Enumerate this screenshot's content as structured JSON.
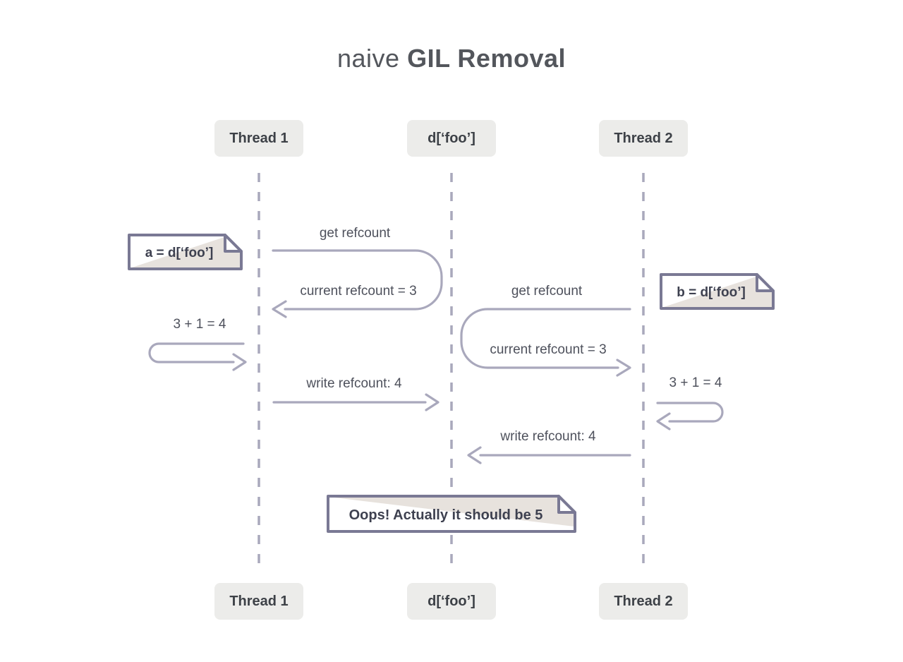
{
  "title": {
    "light": "naive",
    "bold": "GIL Removal"
  },
  "colors": {
    "background": "#ffffff",
    "line": "#a9a8bc",
    "note_border": "#7a7994",
    "note_fill_wedge": "#e7e2dd",
    "header_fill": "#ececea",
    "text_dark": "#3d4147",
    "text_label": "#4e515c"
  },
  "lifelines": [
    {
      "id": "thread1",
      "label": "Thread 1"
    },
    {
      "id": "dfoo",
      "label": "d[‘foo’]"
    },
    {
      "id": "thread2",
      "label": "Thread 2"
    }
  ],
  "messages": [
    {
      "from": "thread1",
      "to": "dfoo",
      "label": "get refcount"
    },
    {
      "from": "dfoo",
      "to": "thread1",
      "label": "current refcount = 3"
    },
    {
      "from": "thread2",
      "to": "dfoo",
      "label": "get refcount"
    },
    {
      "from": "dfoo",
      "to": "thread2",
      "label": "current refcount = 3"
    },
    {
      "from": "thread1",
      "to": "thread1",
      "label": "3 + 1 = 4"
    },
    {
      "from": "thread1",
      "to": "dfoo",
      "label": "write refcount: 4"
    },
    {
      "from": "thread2",
      "to": "thread2",
      "label": "3 + 1 = 4"
    },
    {
      "from": "thread2",
      "to": "dfoo",
      "label": "write refcount: 4"
    }
  ],
  "notes": [
    {
      "id": "note-a",
      "text": "a = d[‘foo’]"
    },
    {
      "id": "note-b",
      "text": "b = d[‘foo’]"
    },
    {
      "id": "note-oops",
      "text": "Oops! Actually it should be 5"
    }
  ]
}
